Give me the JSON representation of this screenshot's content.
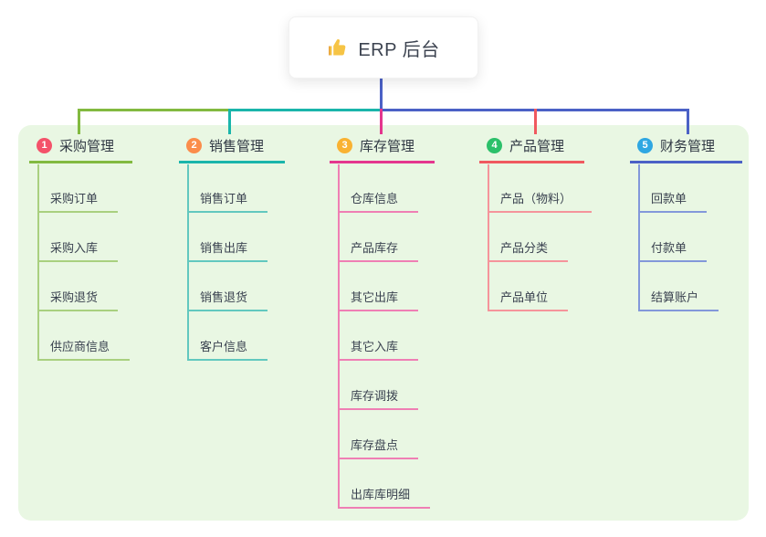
{
  "root": {
    "label": "ERP 后台",
    "icon": "thumbs-up-icon",
    "accent": "#4b61c6"
  },
  "canvas": {
    "background": "#ffffff",
    "panel_background": "#e9f7e3"
  },
  "branches": [
    {
      "number": "1",
      "label": "采购管理",
      "badge_color": "#f4526a",
      "line_color": "#82ba40",
      "child_line_color": "#a9d07f",
      "children": [
        "采购订单",
        "采购入库",
        "采购退货",
        "供应商信息"
      ]
    },
    {
      "number": "2",
      "label": "销售管理",
      "badge_color": "#fb8d4b",
      "line_color": "#1ab5ab",
      "child_line_color": "#62c8bf",
      "children": [
        "销售订单",
        "销售出库",
        "销售退货",
        "客户信息"
      ]
    },
    {
      "number": "3",
      "label": "库存管理",
      "badge_color": "#f9b232",
      "line_color": "#e4368e",
      "child_line_color": "#ef7fb4",
      "children": [
        "仓库信息",
        "产品库存",
        "其它出库",
        "其它入库",
        "库存调拨",
        "库存盘点",
        "出库库明细"
      ]
    },
    {
      "number": "4",
      "label": "产品管理",
      "badge_color": "#2cc06a",
      "line_color": "#f0595f",
      "child_line_color": "#f5949b",
      "children": [
        "产品（物料）",
        "产品分类",
        "产品单位"
      ]
    },
    {
      "number": "5",
      "label": "财务管理",
      "badge_color": "#2fa7e2",
      "line_color": "#4b61c6",
      "child_line_color": "#8398da",
      "children": [
        "回款单",
        "付款单",
        "结算账户"
      ]
    }
  ]
}
